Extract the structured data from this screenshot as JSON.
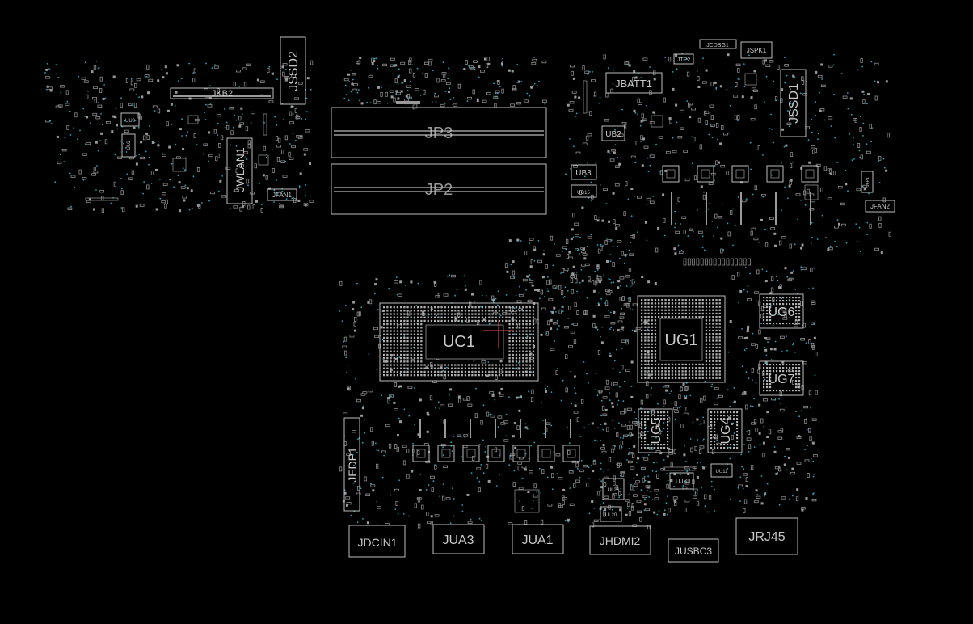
{
  "board": {
    "background": "#000000",
    "outline_color": "#bdbdbd",
    "via_color": "#2aa3b8",
    "pad_color": "#9a9a9a"
  },
  "connectors": {
    "jkb2": "JKB2",
    "jssd2": "JSSD2",
    "jwlan1": "JWLAN1",
    "jfan1": "JFAN1",
    "jp3": "JP3",
    "jp2": "JP2",
    "jbatt1": "JBATT1",
    "jcdbg1": "JCDBG1",
    "jtp2": "JTP2",
    "jspk1": "JSPK1",
    "jssd1": "JSSD1",
    "jfan2": "JFAN2",
    "jedp1": "JEDP1",
    "jdcin1": "JDCIN1",
    "jua3": "JUA3",
    "jua1": "JUA1",
    "jhdmi2": "JHDMI2",
    "jusbc3": "JUSBC3",
    "jrj45": "JRJ45"
  },
  "chips": {
    "uc1": "UC1",
    "ug1": "UG1",
    "ug6": "UG6",
    "ug7": "UG7",
    "ug5": "UG5",
    "ug4": "UG4",
    "ub2": "UB2",
    "ub3": "UB3",
    "ug15": "UG15",
    "uu3": "UU3",
    "ul6": "UL6",
    "uu11": "UU11",
    "ul26": "UL26",
    "ul20": "UL20",
    "uj3": "UJ3",
    "jfp1": "JFP1"
  }
}
